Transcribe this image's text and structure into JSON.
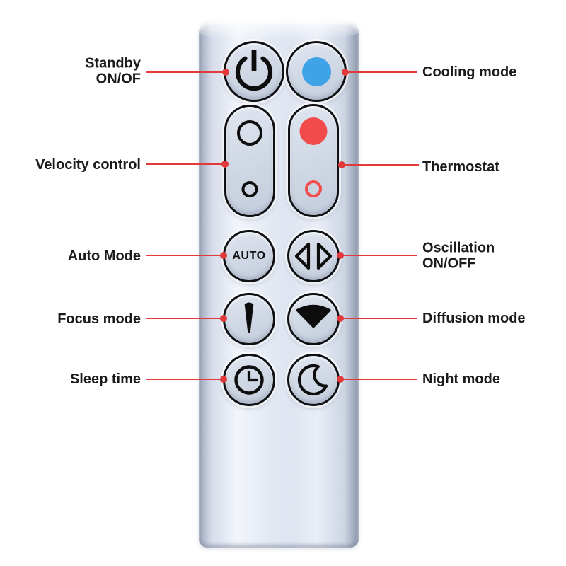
{
  "colors": {
    "background": "#ffffff",
    "callout_line_red": "#e23a3a",
    "cooling_blue": "#3fa3e8",
    "thermostat_red": "#f24b4b",
    "icon_black": "#0d0d0d",
    "remote_body_light": "#eef2f9",
    "remote_body_edge": "#8b96ab",
    "label_text": "#1a1b1d"
  },
  "remote": {
    "auto_button_text": "AUTO",
    "buttons": [
      {
        "name": "standby",
        "icon": "power-icon"
      },
      {
        "name": "cooling",
        "icon": "blue-dot-icon"
      },
      {
        "name": "velocity-control",
        "icon": "large-and-small-circle-icons"
      },
      {
        "name": "thermostat",
        "icon": "red-dot-and-ring-icons"
      },
      {
        "name": "auto-mode",
        "icon": "auto-text"
      },
      {
        "name": "oscillation",
        "icon": "left-right-triangles-icon"
      },
      {
        "name": "focus-mode",
        "icon": "narrow-beam-icon"
      },
      {
        "name": "diffusion-mode",
        "icon": "fan-spread-icon"
      },
      {
        "name": "sleep-timer",
        "icon": "clock-icon"
      },
      {
        "name": "night-mode",
        "icon": "moon-icon"
      }
    ]
  },
  "callouts": [
    {
      "id": "standby",
      "side": "left",
      "label": "Standby\nON/OF"
    },
    {
      "id": "velocity",
      "side": "left",
      "label": "Velocity control"
    },
    {
      "id": "auto",
      "side": "left",
      "label": "Auto Mode"
    },
    {
      "id": "focus",
      "side": "left",
      "label": "Focus mode"
    },
    {
      "id": "sleep",
      "side": "left",
      "label": "Sleep time"
    },
    {
      "id": "cooling",
      "side": "right",
      "label": "Cooling mode"
    },
    {
      "id": "thermostat",
      "side": "right",
      "label": "Thermostat"
    },
    {
      "id": "oscillation",
      "side": "right",
      "label": "Oscillation\nON/OFF"
    },
    {
      "id": "diffusion",
      "side": "right",
      "label": "Diffusion mode"
    },
    {
      "id": "night",
      "side": "right",
      "label": "Night mode"
    }
  ]
}
